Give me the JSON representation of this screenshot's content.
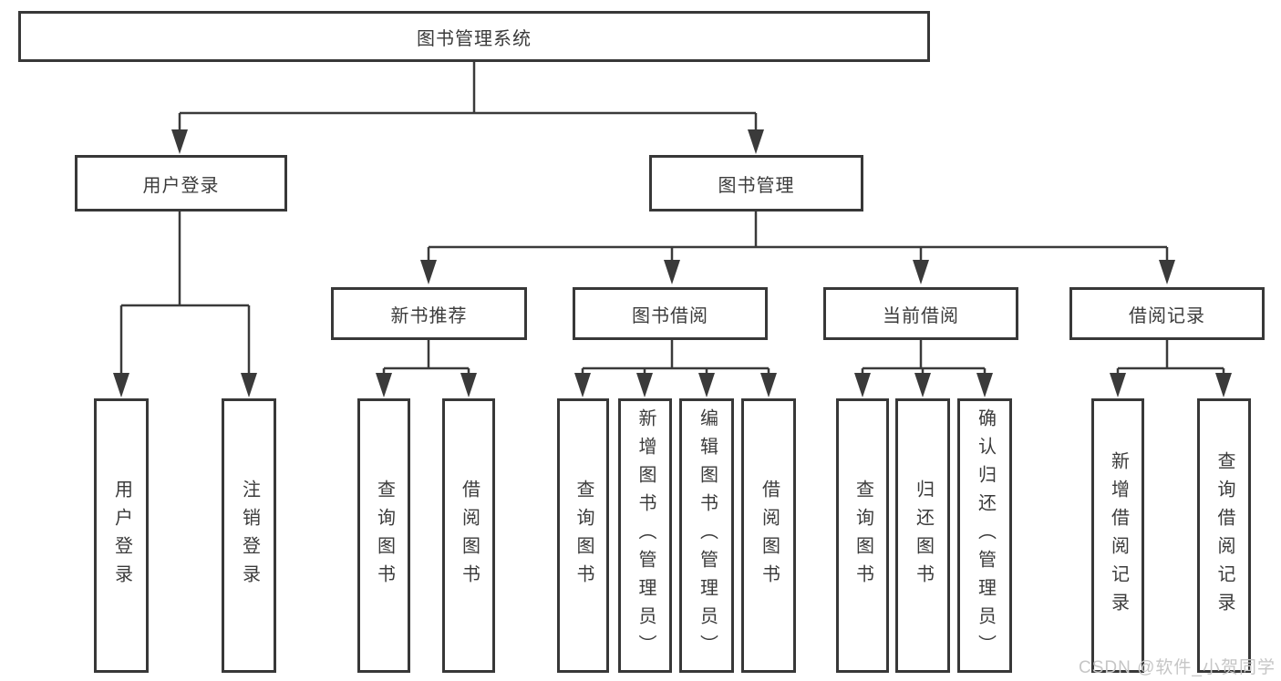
{
  "diagram": {
    "root": "图书管理系统",
    "level2": [
      "用户登录",
      "图书管理"
    ],
    "level3": [
      "新书推荐",
      "图书借阅",
      "当前借阅",
      "借阅记录"
    ],
    "leaves": [
      [
        "用户登录",
        "注销登录"
      ],
      [
        "查询图书",
        "借阅图书"
      ],
      [
        "查询图书",
        "新增图书（管理员）",
        "编辑图书（管理员）",
        "借阅图书"
      ],
      [
        "查询图书",
        "归还图书",
        "确认归还（管理员）"
      ],
      [
        "新增借阅记录",
        "查询借阅记录"
      ]
    ]
  },
  "watermark": "CSDN @软件_小贺同学",
  "colors": {
    "line": "#3a3a3a",
    "box_border": "#383838",
    "box_fill": "#ffffff",
    "text": "#3b3b3b",
    "watermark": "#c6c6c6"
  }
}
